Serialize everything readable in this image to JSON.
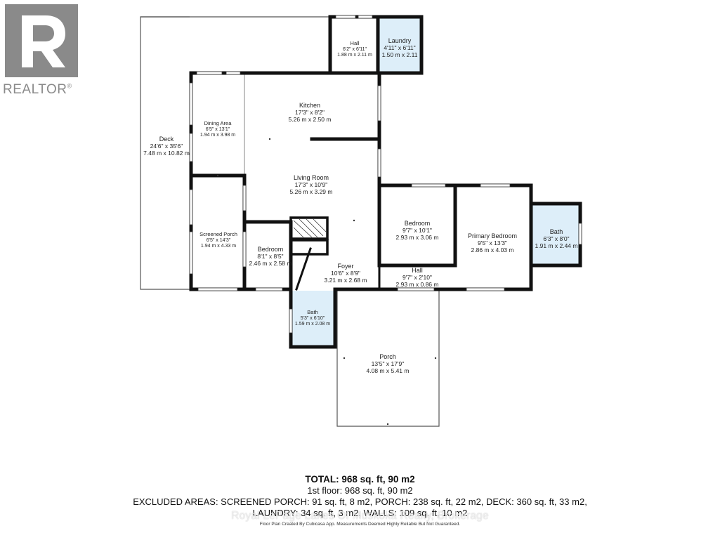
{
  "brand": {
    "wordmark": "REALTOR",
    "registered": "®"
  },
  "rooms": {
    "hall_top": {
      "name": "Hall",
      "imperial": "6'2\" x 6'11\"",
      "metric": "1.88 m x 2.11 m"
    },
    "laundry": {
      "name": "Laundry",
      "imperial": "4'11\" x 6'11\"",
      "metric": "1.50 m x 2.11"
    },
    "kitchen": {
      "name": "Kitchen",
      "imperial": "17'3\" x 8'2\"",
      "metric": "5.26 m x 2.50 m"
    },
    "dining": {
      "name": "Dining Area",
      "imperial": "6'5\" x 13'1\"",
      "metric": "1.94 m x 3.98 m"
    },
    "deck": {
      "name": "Deck",
      "imperial": "24'6\" x 35'6\"",
      "metric": "7.48 m x 10.82 m"
    },
    "living": {
      "name": "Living Room",
      "imperial": "17'3\" x 10'9\"",
      "metric": "5.26 m x 3.29 m"
    },
    "screened": {
      "name": "Screened Porch",
      "imperial": "6'5\" x 14'3\"",
      "metric": "1.94 m x 4.33 m"
    },
    "bedroom_left": {
      "name": "Bedroom",
      "imperial": "8'1\" x 8'5\"",
      "metric": "2.46 m x 2.58 m"
    },
    "foyer": {
      "name": "Foyer",
      "imperial": "10'6\" x 8'9\"",
      "metric": "3.21 m x 2.68 m"
    },
    "bedroom_mid": {
      "name": "Bedroom",
      "imperial": "9'7\" x 10'1\"",
      "metric": "2.93 m x 3.06 m"
    },
    "primary": {
      "name": "Primary Bedroom",
      "imperial": "9'5\" x 13'3\"",
      "metric": "2.86 m x 4.03 m"
    },
    "bath_right": {
      "name": "Bath",
      "imperial": "6'3\" x 8'0\"",
      "metric": "1.91 m x 2.44 m"
    },
    "hall_bottom": {
      "name": "Hall",
      "imperial": "9'7\" x 2'10\"",
      "metric": "2.93 m x 0.86 m"
    },
    "bath_left": {
      "name": "Bath",
      "imperial": "5'3\" x 6'10\"",
      "metric": "1.59 m x 2.08 m"
    },
    "porch": {
      "name": "Porch",
      "imperial": "13'5\" x 17'9\"",
      "metric": "4.08 m x 5.41 m"
    }
  },
  "summary": {
    "total": "TOTAL: 968 sq. ft, 90 m2",
    "first_floor": "1st floor: 968 sq. ft, 90 m2",
    "excluded_line1": "EXCLUDED AREAS: SCREENED PORCH: 91 sq. ft, 8 m2, PORCH: 238 sq. ft, 22 m2, DECK: 360 sq. ft, 33 m2,",
    "excluded_line2": "LAUNDRY: 34 sq. ft, 3 m2, WALLS: 109 sq. ft, 10 m2",
    "credit": "Floor Plan Created By Cubicasa App. Measurements Deemed Highly Reliable But Not Guaranteed."
  },
  "watermark": "Royal LePage Lakes Of Muskoka Realty, Brokerage",
  "colors": {
    "wall": "#111111",
    "bath_fill": "#ddeef9",
    "outline": "#555555",
    "logo_grey": "#8a8a8a"
  }
}
